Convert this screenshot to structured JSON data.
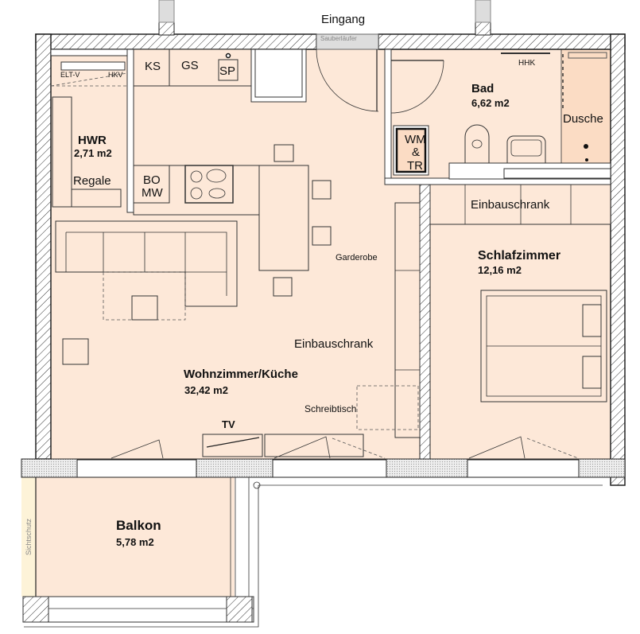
{
  "plan": {
    "entrance": "Eingang",
    "doormat": "Sauberläufer",
    "colors": {
      "floor": "#fde8d8",
      "shower": "#fbdcc4",
      "wall": "#ffffff",
      "line": "#222222",
      "privacy_screen": "#fdf3d8"
    },
    "rooms": {
      "hwr": {
        "name": "HWR",
        "area": "2,71 m2",
        "shelves": "Regale",
        "elt": "ELT-V",
        "hkv": "HKV"
      },
      "kitchen": {
        "fridge": "KS",
        "dishwasher": "GS",
        "sink": "SP",
        "oven": "BO",
        "microwave": "MW"
      },
      "bath": {
        "name": "Bad",
        "area": "6,62 m2",
        "heater": "HHK",
        "shower": "Dusche",
        "washer_1": "WM",
        "washer_2": "&",
        "washer_3": "TR"
      },
      "bedroom": {
        "name": "Schlafzimmer",
        "area": "12,16 m2",
        "wardrobe": "Einbauschrank"
      },
      "living": {
        "name": "Wohnzimmer/Küche",
        "area": "32,42 m2",
        "cloakroom": "Garderobe",
        "wardrobe": "Einbauschrank",
        "desk": "Schreibtisch",
        "tv": "TV"
      },
      "balcony": {
        "name": "Balkon",
        "area": "5,78 m2",
        "privacy": "Sichtschutz"
      }
    }
  }
}
